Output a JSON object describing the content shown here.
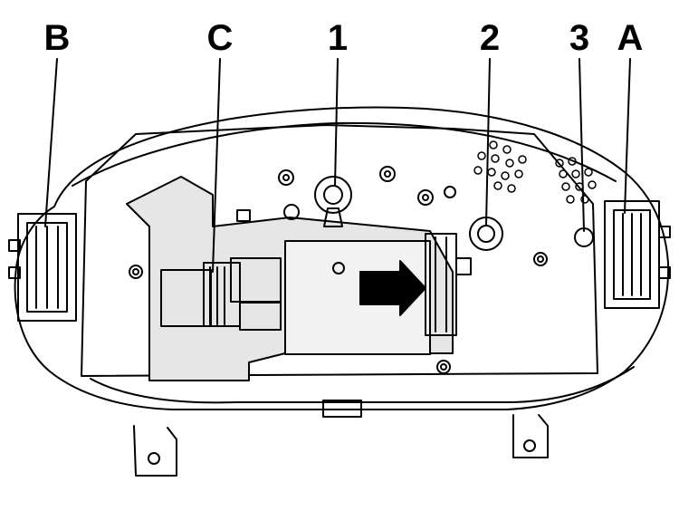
{
  "callouts": {
    "b": "B",
    "c": "C",
    "one": "1",
    "two": "2",
    "three": "3",
    "a": "A"
  },
  "colors": {
    "line": "#000000",
    "background": "#ffffff",
    "shade": "#d9d9d9"
  },
  "figure_subject": "instrument-cluster-rear-view"
}
